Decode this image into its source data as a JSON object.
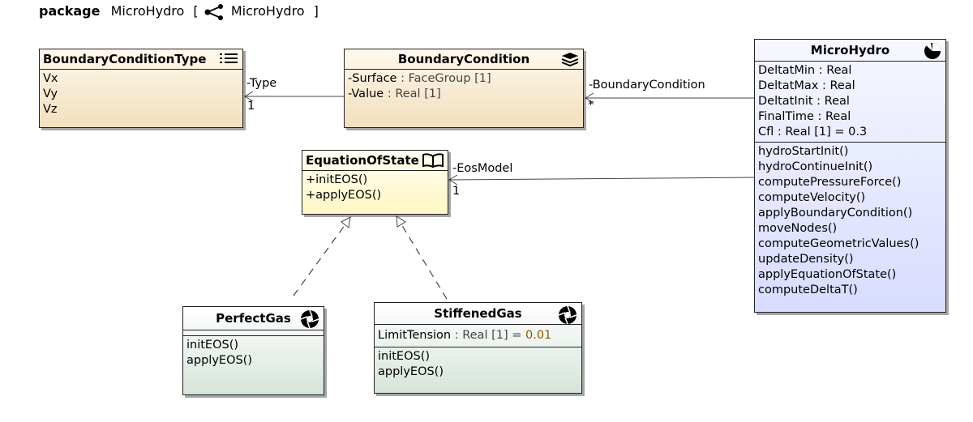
{
  "header": {
    "keyword": "package",
    "name": "MicroHydro",
    "open_bracket": "[",
    "diagram_name": "MicroHydro",
    "close_bracket": "]"
  },
  "classes": {
    "boundary_condition_type": {
      "title": "BoundaryConditionType",
      "icon": "enumeration-icon",
      "literals": [
        "Vx",
        "Vy",
        "Vz"
      ]
    },
    "boundary_condition": {
      "title": "BoundaryCondition",
      "icon": "layers-icon",
      "attributes": [
        {
          "visibility": "-",
          "name": "Surface",
          "type": " : FaceGroup [1]"
        },
        {
          "visibility": "-",
          "name": "Value",
          "type": " : Real [1]"
        }
      ]
    },
    "equation_of_state": {
      "title": "EquationOfState",
      "icon": "book-icon",
      "operations": [
        "+initEOS()",
        "+applyEOS()"
      ]
    },
    "micro_hydro": {
      "title": "MicroHydro",
      "icon": "pie-icon",
      "attributes": [
        "DeltatMin : Real",
        "DeltatMax : Real",
        "DeltatInit : Real",
        "FinalTime : Real",
        "Cfl : Real [1] = 0.3"
      ],
      "operations": [
        "hydroStartInit()",
        "hydroContinueInit()",
        "computePressureForce()",
        "computeVelocity()",
        "applyBoundaryCondition()",
        "moveNodes()",
        "computeGeometricValues()",
        "updateDensity()",
        "applyEquationOfState()",
        "computeDeltaT()"
      ]
    },
    "perfect_gas": {
      "title": "PerfectGas",
      "icon": "aperture-icon",
      "operations": [
        "initEOS()",
        "applyEOS()"
      ]
    },
    "stiffened_gas": {
      "title": "StiffenedGas",
      "icon": "aperture-icon",
      "attribute": {
        "name": "LimitTension",
        "type": " : Real [1] = ",
        "default": "0.01"
      },
      "operations": [
        "initEOS()",
        "applyEOS()"
      ]
    }
  },
  "associations": {
    "type": {
      "role": "-Type",
      "multiplicity": "1"
    },
    "boundary_condition": {
      "role": "-BoundaryCondition",
      "multiplicity": "*"
    },
    "eos_model": {
      "role": "-EosModel",
      "multiplicity": "1"
    }
  }
}
